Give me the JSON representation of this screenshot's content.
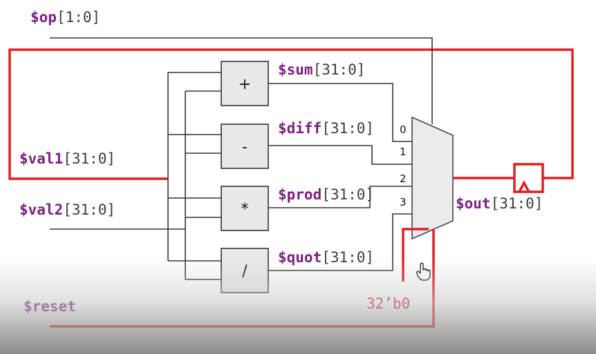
{
  "signals": {
    "op": {
      "name": "$op",
      "range": "[1:0]"
    },
    "val1": {
      "name": "$val1",
      "range": "[31:0]"
    },
    "val2": {
      "name": "$val2",
      "range": "[31:0]"
    },
    "sum": {
      "name": "$sum",
      "range": "[31:0]"
    },
    "diff": {
      "name": "$diff",
      "range": "[31:0]"
    },
    "prod": {
      "name": "$prod",
      "range": "[31:0]"
    },
    "quot": {
      "name": "$quot",
      "range": "[31:0]"
    },
    "out": {
      "name": "$out",
      "range": "[31:0]"
    },
    "reset": {
      "name": "$reset"
    }
  },
  "operators": {
    "add": "+",
    "sub": "-",
    "mul": "*",
    "div": "/"
  },
  "mux_inputs": [
    "0",
    "1",
    "2",
    "3"
  ],
  "reset_value": "32’b0",
  "colors": {
    "signal_name": "#7a1f7f",
    "red_wire": "#e01e24",
    "box_fill": "#e9e9e9"
  },
  "icons": {
    "cursor": "hand-pointer-icon",
    "flop": "flip-flop-icon"
  }
}
